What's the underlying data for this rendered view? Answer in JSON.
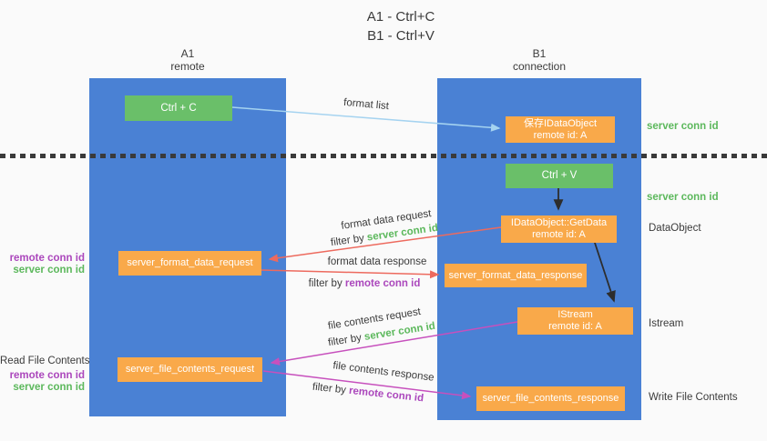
{
  "title": [
    "A1 - Ctrl+C",
    "B1 - Ctrl+V"
  ],
  "lanes": {
    "a1": {
      "name": "A1",
      "subtitle": "remote"
    },
    "b1": {
      "name": "B1",
      "subtitle": "connection"
    }
  },
  "nodes": {
    "ctrl_c": {
      "label": "Ctrl + C"
    },
    "save_dataobject": {
      "line1": "保存IDataObject",
      "line2": "remote id: A"
    },
    "ctrl_v": {
      "label": "Ctrl + V"
    },
    "getdata": {
      "line1": "IDataObject::GetData",
      "line2": "remote id: A"
    },
    "format_request": {
      "label": "server_format_data_request"
    },
    "format_response": {
      "label": "server_format_data_response"
    },
    "istream": {
      "line1": "IStream",
      "line2": "remote id: A"
    },
    "file_request": {
      "label": "server_file_contents_request"
    },
    "file_response": {
      "label": "server_file_contents_response"
    }
  },
  "edge_labels": {
    "format_list": "format list",
    "format_data_request": "format data request",
    "format_data_response": "format data response",
    "file_contents_request": "file contents request",
    "file_contents_response": "file contents response",
    "filter_by": "filter by",
    "server_conn_id": "server conn id",
    "remote_conn_id": "remote conn id"
  },
  "annotations": {
    "right": {
      "server_conn_id_top": "server conn id",
      "server_conn_id_mid": "server conn id",
      "dataobject": "DataObject",
      "istream": "Istream",
      "write_file_contents": "Write File Contents"
    },
    "left": {
      "remote_conn_id_1": "remote conn id",
      "server_conn_id_1": "server conn id",
      "read_file_contents": "Read File Contents",
      "remote_conn_id_2": "remote conn id",
      "server_conn_id_2": "server conn id"
    }
  },
  "colors": {
    "lane_blue": "#4a81d4",
    "node_green": "#6abf69",
    "node_orange": "#f9a94a",
    "arrow_red": "#ed6a5e",
    "arrow_magenta": "#c750bd",
    "arrow_light_blue": "#a5d3f0",
    "arrow_black": "#2d2d2d",
    "text_green": "#5cb85c",
    "text_purple": "#ab47bc"
  }
}
